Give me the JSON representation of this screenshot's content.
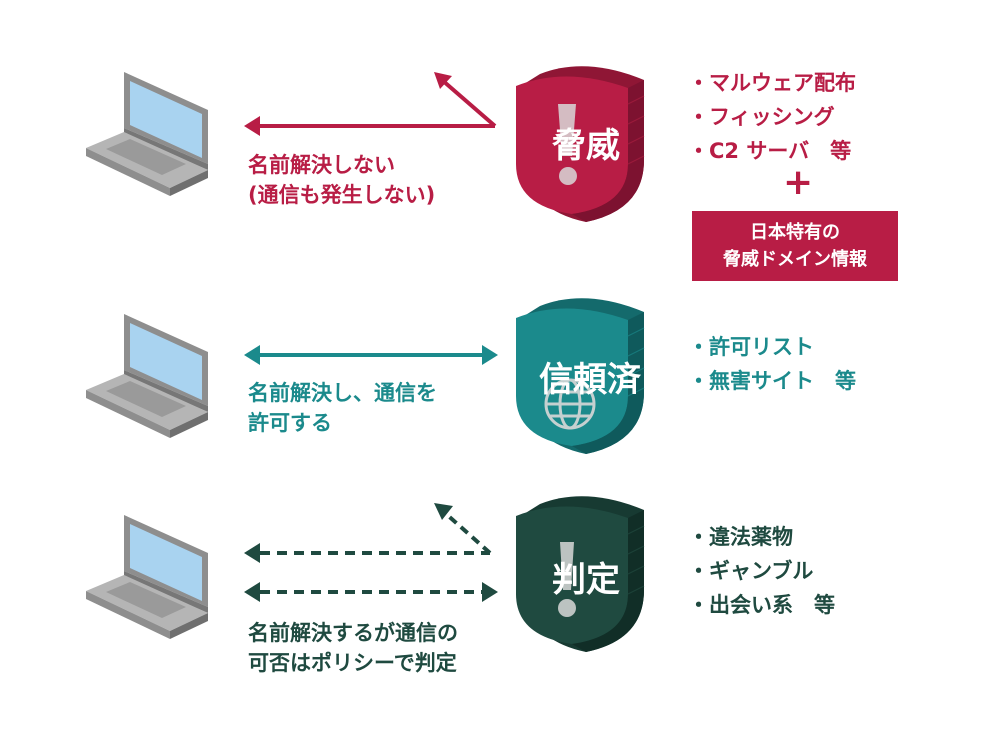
{
  "colors": {
    "threat": "#b81d45",
    "trusted": "#1b8a8c",
    "judge": "#1f4a40",
    "laptop_body": "#8e8e8e",
    "laptop_screen": "#a9d3f0"
  },
  "rows": [
    {
      "key": "threat",
      "shield_label": "脅威",
      "caption": [
        "名前解決しない",
        "(通信も発生しない)"
      ],
      "items": [
        "・マルウェア配布",
        "・フィッシング",
        "・C2 サーバ　等"
      ],
      "plus": "+",
      "badge": [
        "日本特有の",
        "脅威ドメイン情報"
      ]
    },
    {
      "key": "trusted",
      "shield_label": "信頼済",
      "caption": [
        "名前解決し、通信を",
        "許可する"
      ],
      "items": [
        "・許可リスト",
        "・無害サイト　等"
      ]
    },
    {
      "key": "judge",
      "shield_label": "判定",
      "caption": [
        "名前解決するが通信の",
        "可否はポリシーで判定"
      ],
      "items": [
        "・違法薬物",
        "・ギャンブル",
        "・出会い系　等"
      ]
    }
  ]
}
